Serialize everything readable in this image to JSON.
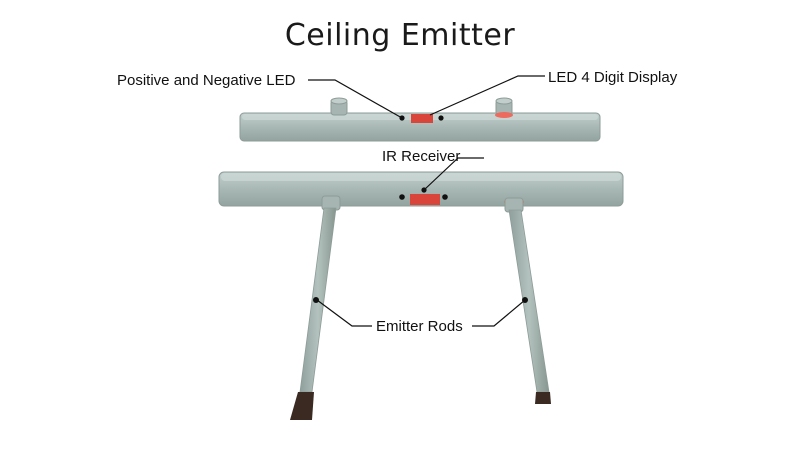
{
  "title": "Ceiling Emitter",
  "labels": {
    "positive_negative_led": "Positive and Negative LED",
    "led_display": "LED 4 Digit Display",
    "ir_receiver": "IR Receiver",
    "emitter_rods": "Emitter Rods"
  },
  "colors": {
    "bar_body": "#a9b9b5",
    "bar_edge": "#8d9c98",
    "led_display": "#d9453b",
    "ring_accent": "#ec6a5e",
    "rod_tip": "#3a2a22",
    "leader_line": "#111111"
  }
}
